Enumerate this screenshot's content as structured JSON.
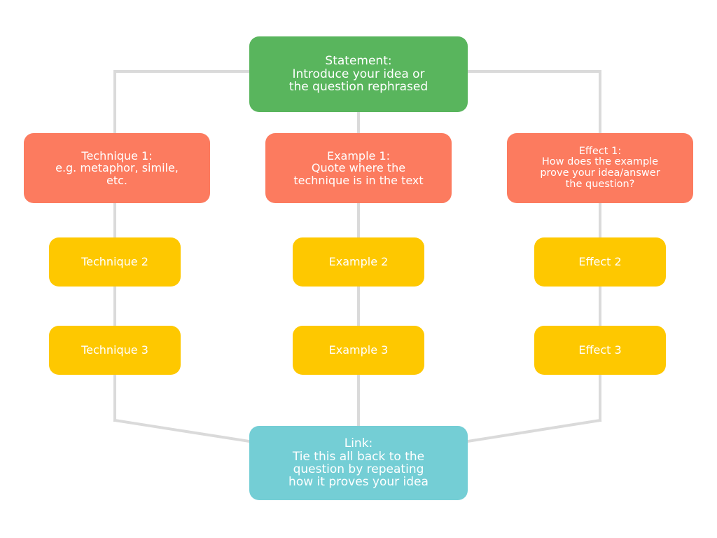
{
  "nodes": {
    "statement": {
      "title": "Statement:",
      "body": "Introduce your idea or\nthe question rephrased",
      "color": "#59b55d"
    },
    "technique_1": {
      "title": "Technique 1:",
      "body": "e.g. metaphor, simile,\netc.",
      "color": "#fc7b5f"
    },
    "example_1": {
      "title": "Example 1:",
      "body": "Quote where the\ntechnique is in the text",
      "color": "#fc7b5f"
    },
    "effect_1": {
      "title": "Effect 1:",
      "body": "How does the example\nprove your idea/answer\nthe question?",
      "color": "#fc7b5f"
    },
    "technique_2": {
      "title": "Technique 2",
      "color": "#fec800"
    },
    "example_2": {
      "title": "Example 2",
      "color": "#fec800"
    },
    "effect_2": {
      "title": "Effect 2",
      "color": "#fec800"
    },
    "technique_3": {
      "title": "Technique 3",
      "color": "#fec800"
    },
    "example_3": {
      "title": "Example 3",
      "color": "#fec800"
    },
    "effect_3": {
      "title": "Effect 3",
      "color": "#fec800"
    },
    "link": {
      "title": "Link:",
      "body": "Tie this all back to the\nquestion by repeating\nhow it proves your idea",
      "color": "#74ced5"
    }
  },
  "connector_color": "#dadada"
}
